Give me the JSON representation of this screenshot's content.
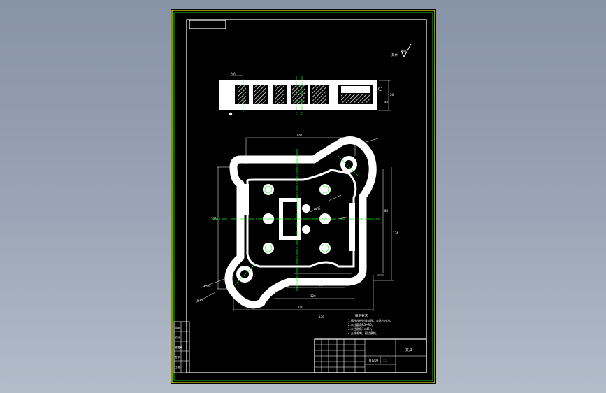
{
  "colors": {
    "background": "#8f9bad",
    "sheet": "#000000",
    "frame_yellow": "#e8e800",
    "frame_green": "#00cc00",
    "line_white": "#ffffff",
    "center_green": "#00ff00",
    "hatch": "#ffffff"
  },
  "icons": {
    "surface_finish": "roughness-symbol-icon"
  },
  "drawing": {
    "roughness_note": "其余",
    "section_label": "A-A",
    "dimensions": {
      "top_width": "170",
      "overall_width": "130",
      "overall_height": "176",
      "right_height_1": "86",
      "right_height_2": "134",
      "bottom_1": "96",
      "bottom_2": "120",
      "bottom_3": "140",
      "radius_left": "R20",
      "radius_corner": "R14",
      "slot": "3×11",
      "section_height": "26",
      "section_right": "40"
    }
  },
  "tech_requirements": {
    "title": "技术要求",
    "items": [
      "1.铸件应经时效处理，去除内应力。",
      "2.未注圆角R3~R5。",
      "3.未注倒角1×45°。",
      "4.去除毛刺，锐边倒钝。"
    ]
  },
  "side_table": [
    "描图",
    "校对",
    "底图号",
    "签字",
    "日期"
  ],
  "title_block": {
    "name": "夹具",
    "material": "HT200",
    "scale": "1:1"
  }
}
